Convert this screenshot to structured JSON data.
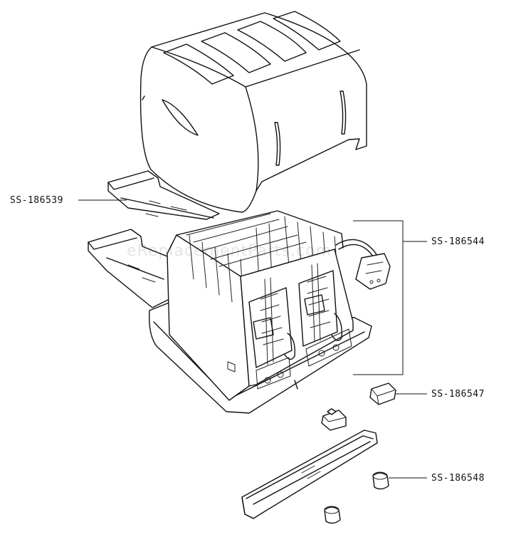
{
  "watermark": "eReplacementParts.com",
  "labels": {
    "housing_cover": "SS-186539",
    "chassis_assembly": "SS-186544",
    "knob": "SS-186547",
    "foot": "SS-186548"
  },
  "colors": {
    "line": "#111111",
    "background": "#ffffff"
  }
}
